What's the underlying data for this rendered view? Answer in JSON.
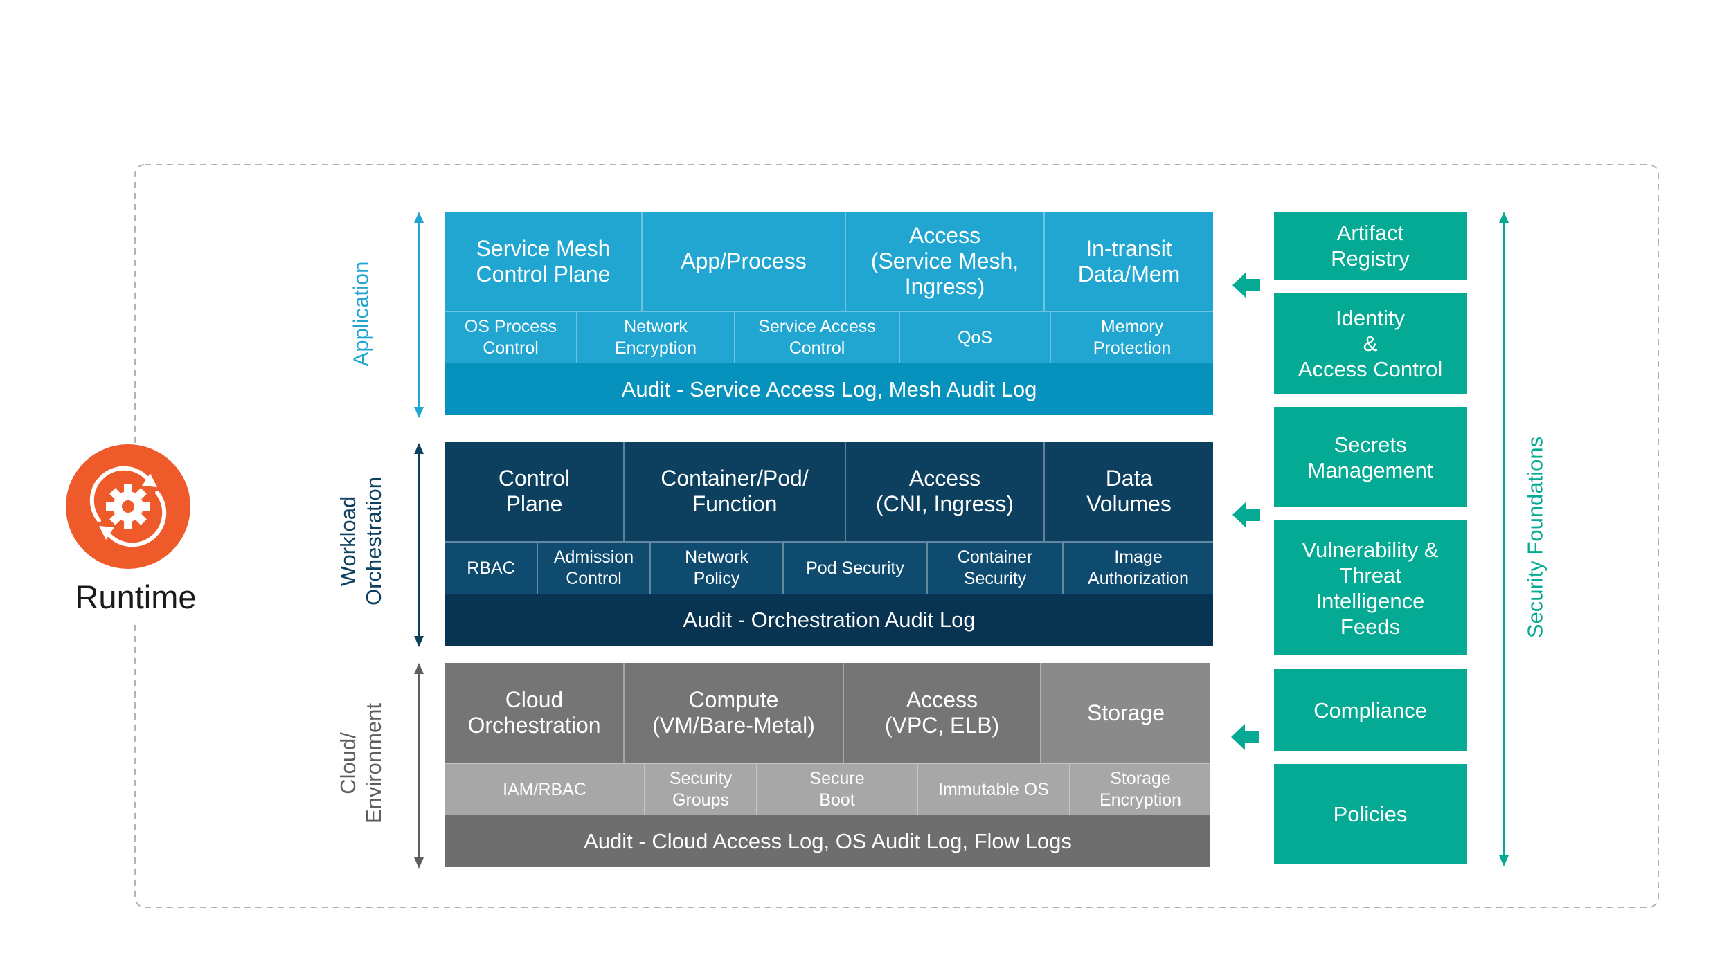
{
  "runtime": {
    "label": "Runtime",
    "icon": "gear-refresh-icon",
    "color": "#ee5a2a"
  },
  "layers": {
    "application": {
      "label": "Application",
      "top": [
        "Service Mesh\nControl Plane",
        "App/Process",
        "Access\n(Service Mesh,\nIngress)",
        "In-transit\nData/Mem"
      ],
      "sub": [
        "OS Process\nControl",
        "Network\nEncryption",
        "Service Access\nControl",
        "QoS",
        "Memory\nProtection"
      ],
      "audit": "Audit - Service Access Log, Mesh Audit Log",
      "colors": {
        "top": "#21a6d2",
        "sub": "#21a6d2",
        "audit": "#0792be"
      }
    },
    "workload": {
      "label": "Workload\nOrchestration",
      "top": [
        "Control\nPlane",
        "Container/Pod/\nFunction",
        "Access\n(CNI, Ingress)",
        "Data\nVolumes"
      ],
      "sub": [
        "RBAC",
        "Admission\nControl",
        "Network\nPolicy",
        "Pod Security",
        "Container\nSecurity",
        "Image\nAuthorization"
      ],
      "audit": "Audit - Orchestration Audit Log",
      "colors": {
        "top": "#0d3f5f",
        "sub": "#0e4b6f",
        "audit": "#083351"
      }
    },
    "cloud": {
      "label": "Cloud/\nEnvironment",
      "top": [
        "Cloud\nOrchestration",
        "Compute\n(VM/Bare-Metal)",
        "Access\n(VPC, ELB)",
        "Storage"
      ],
      "sub": [
        "IAM/RBAC",
        "Security\nGroups",
        "Secure\nBoot",
        "Immutable OS",
        "Storage\nEncryption"
      ],
      "audit": "Audit - Cloud Access Log, OS Audit Log, Flow Logs",
      "colors": {
        "top": "#757575",
        "sub": "#a7a7a7",
        "audit": "#6e6e6e"
      }
    }
  },
  "foundations": {
    "label": "Security Foundations",
    "items": [
      "Artifact\nRegistry",
      "Identity\n&\nAccess Control",
      "Secrets\nManagement",
      "Vulnerability &\nThreat\nIntelligence\nFeeds",
      "Compliance",
      "Policies"
    ],
    "color": "#04aa93"
  }
}
